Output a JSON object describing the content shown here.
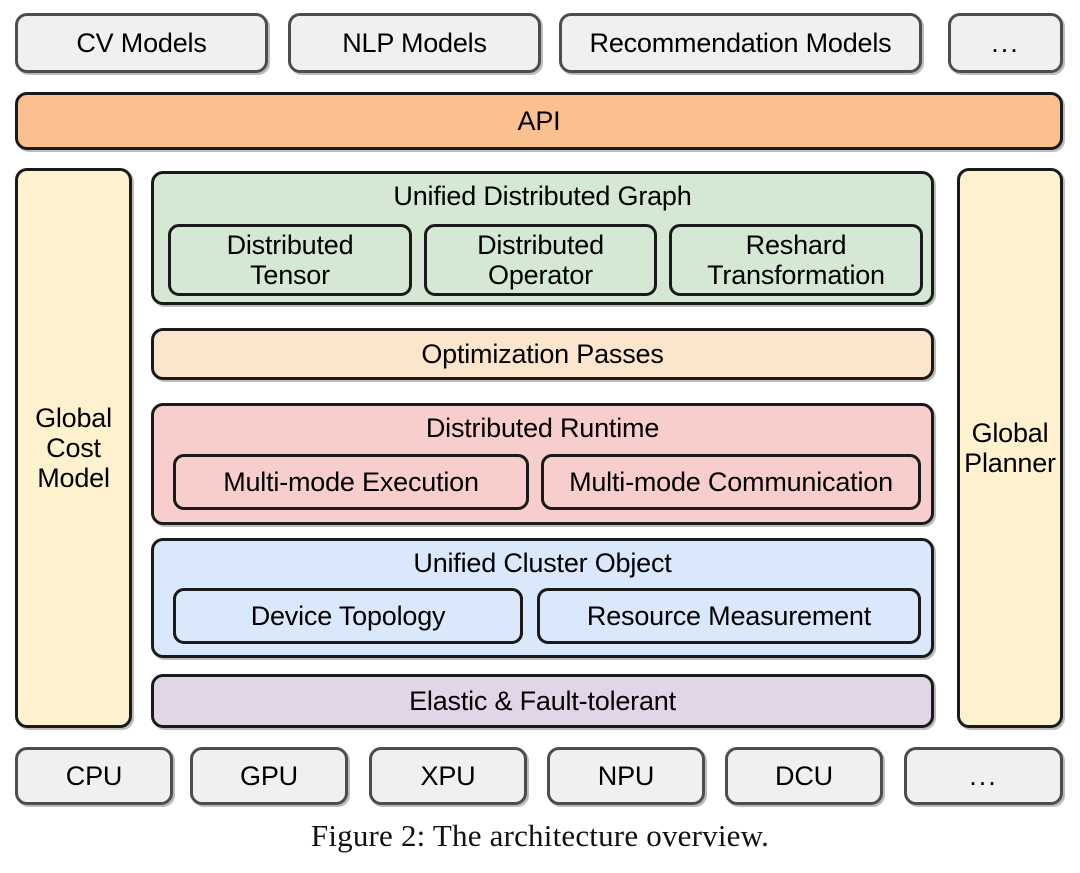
{
  "figure": {
    "caption": "Figure 2:  The architecture overview.",
    "colors": {
      "model_box": "#f0f0f0",
      "api": "#fac090",
      "optimization_passes": "#fce5cd",
      "unified_distributed_graph": "#d5e8d4",
      "distributed_runtime": "#f8cecc",
      "unified_cluster_object": "#dae8fc",
      "elastic_fault_tolerant": "#e1d5e7",
      "side_panel": "#fdf2cd",
      "border": "#1a1a1a"
    }
  },
  "model_layer": {
    "items": [
      {
        "label": "CV Models"
      },
      {
        "label": "NLP Models"
      },
      {
        "label": "Recommendation Models"
      },
      {
        "label": "..."
      }
    ]
  },
  "api_layer": {
    "label": "API"
  },
  "left_panel": {
    "label": "Global\nCost\nModel",
    "lines": [
      "Global",
      "Cost",
      "Model"
    ]
  },
  "right_panel": {
    "label": "Global\nPlanner",
    "lines": [
      "Global",
      "Planner"
    ]
  },
  "core_layers": [
    {
      "id": "unified-distributed-graph",
      "title": "Unified Distributed Graph",
      "children": [
        {
          "label": "Distributed\nTensor",
          "lines": [
            "Distributed",
            "Tensor"
          ]
        },
        {
          "label": "Distributed\nOperator",
          "lines": [
            "Distributed",
            "Operator"
          ]
        },
        {
          "label": "Reshard\nTransformation",
          "lines": [
            "Reshard",
            "Transformation"
          ]
        }
      ]
    },
    {
      "id": "optimization-passes",
      "title": "Optimization Passes",
      "children": []
    },
    {
      "id": "distributed-runtime",
      "title": "Distributed Runtime",
      "children": [
        {
          "label": "Multi-mode Execution"
        },
        {
          "label": "Multi-mode Communication"
        }
      ]
    },
    {
      "id": "unified-cluster-object",
      "title": "Unified Cluster Object",
      "children": [
        {
          "label": "Device Topology"
        },
        {
          "label": "Resource Measurement"
        }
      ]
    },
    {
      "id": "elastic-fault-tolerant",
      "title": "Elastic & Fault-tolerant",
      "children": []
    }
  ],
  "hardware_layer": {
    "items": [
      {
        "label": "CPU"
      },
      {
        "label": "GPU"
      },
      {
        "label": "XPU"
      },
      {
        "label": "NPU"
      },
      {
        "label": "DCU"
      },
      {
        "label": "..."
      }
    ]
  }
}
